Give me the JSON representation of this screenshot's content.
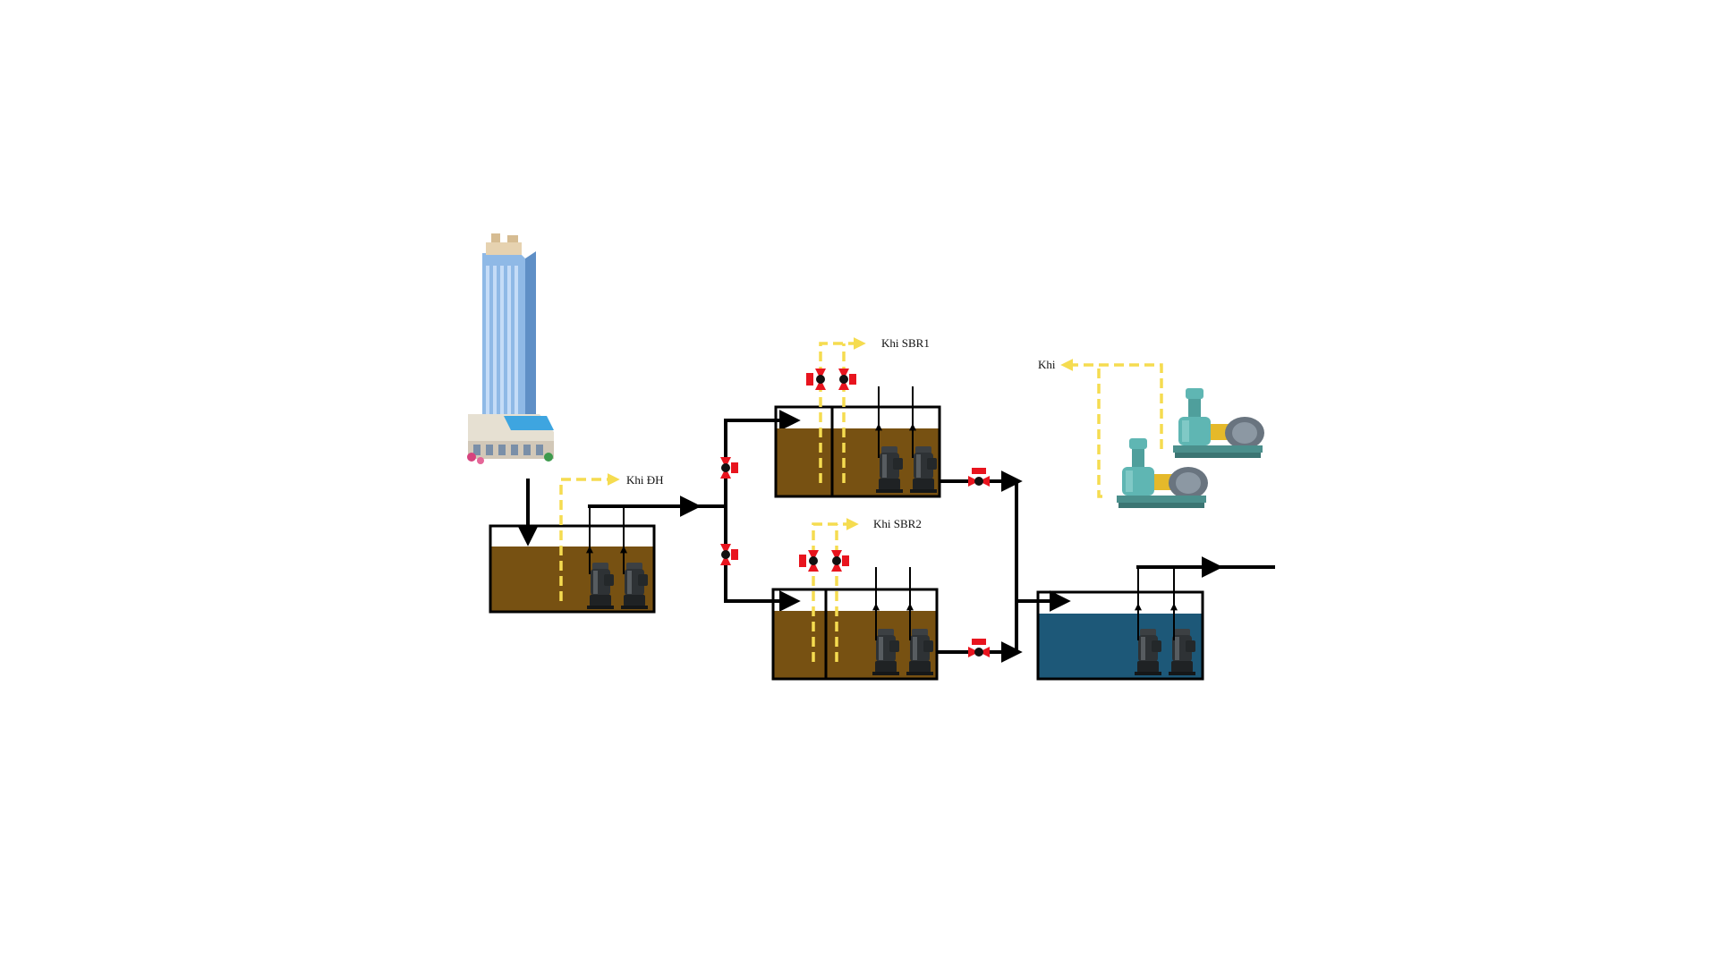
{
  "labels": {
    "air_equalization": "Khi ĐH",
    "air_sbr1": "Khi SBR1",
    "air_sbr2": "Khi SBR2",
    "air_blower": "Khi"
  },
  "colors": {
    "wastewater": "#775112",
    "treated_water": "#1d5878",
    "air_line": "#f5dc50",
    "valve": "#e8141e",
    "pipe": "#000000",
    "blower": "#5fb6b3"
  },
  "icons": {
    "source": "building-icon",
    "pump": "submersible-pump-icon",
    "valve": "gate-valve-icon",
    "blower": "air-blower-icon"
  }
}
